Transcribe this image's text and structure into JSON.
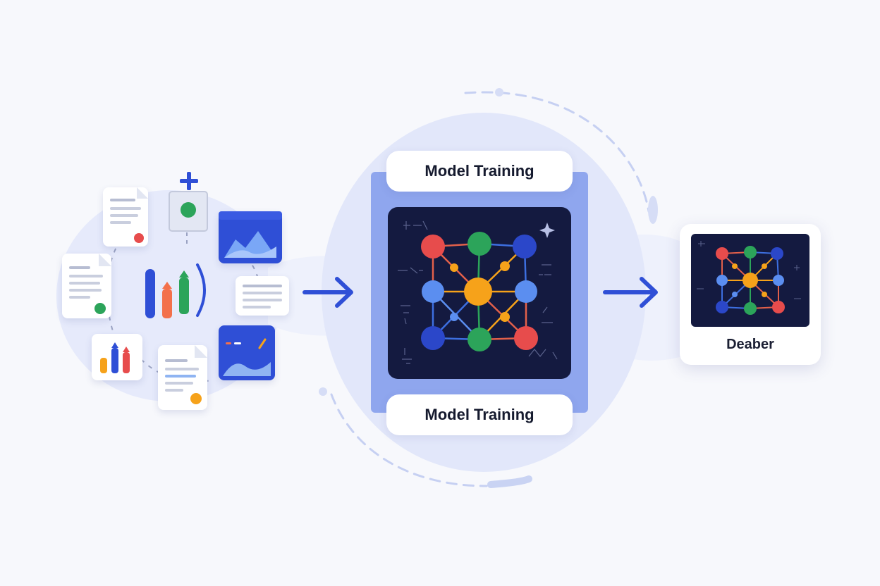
{
  "flow": {
    "stage_top_label": "Model Training",
    "stage_bottom_label": "Model Training",
    "output_label": "Deaber"
  },
  "colors": {
    "accent_blue": "#2f4fd6",
    "node_red": "#e74c4c",
    "node_green": "#2ca45a",
    "node_blue_dark": "#2b47c9",
    "node_blue_light": "#5b8ef0",
    "node_orange": "#f6a21a",
    "panel_dark": "#141a40"
  },
  "icons": {
    "input_sources": [
      "document-icon",
      "document-icon",
      "document-icon",
      "document-icon",
      "image-icon",
      "image-icon",
      "bar-chart-icon",
      "bar-chart-icon",
      "add-data-icon"
    ],
    "flow": [
      "arrow-right-icon",
      "arrow-right-icon"
    ],
    "decor": [
      "sparkle-icon"
    ]
  }
}
